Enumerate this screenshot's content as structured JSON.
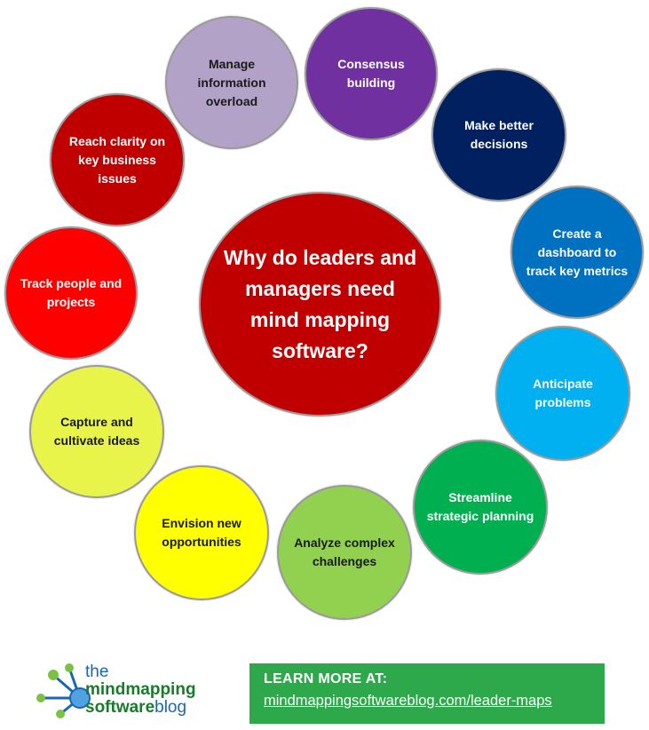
{
  "center": {
    "text": "Why do leaders and managers need mind mapping software?",
    "color": "#c00000"
  },
  "nodes": [
    {
      "id": "consensus",
      "text": "Consensus building",
      "color": "#7030a0",
      "text_color": "#ffffff"
    },
    {
      "id": "decisions",
      "text": "Make better decisions",
      "color": "#002060",
      "text_color": "#ffffff"
    },
    {
      "id": "dashboard",
      "text": "Create a dashboard to track key metrics",
      "color": "#0070c0",
      "text_color": "#ffffff"
    },
    {
      "id": "anticipate",
      "text": "Anticipate problems",
      "color": "#00b0f0",
      "text_color": "#ffffff"
    },
    {
      "id": "streamline",
      "text": "Streamline strategic planning",
      "color": "#00b050",
      "text_color": "#ffffff"
    },
    {
      "id": "analyze",
      "text": "Analyze complex challenges",
      "color": "#92d050",
      "text_color": "#1a1a1a"
    },
    {
      "id": "envision",
      "text": "Envision new opportunities",
      "color": "#ffff00",
      "text_color": "#1a1a1a"
    },
    {
      "id": "capture",
      "text": "Capture and cultivate ideas",
      "color": "#e8f44a",
      "text_color": "#1a1a1a"
    },
    {
      "id": "track",
      "text": "Track people and projects",
      "color": "#ff0000",
      "text_color": "#ffffff"
    },
    {
      "id": "clarity",
      "text": "Reach clarity on key business issues",
      "color": "#c00000",
      "text_color": "#ffffff"
    },
    {
      "id": "overload",
      "text": "Manage information overload",
      "color": "#b3a2c7",
      "text_color": "#1a1a1a"
    }
  ],
  "logo": {
    "line1": "the",
    "line2": "mindmapping",
    "line3a": "software",
    "line3b": "blog",
    "icon": "mind-map-network-icon"
  },
  "cta": {
    "title": "LEARN MORE AT:",
    "link": "mindmappingsoftwareblog.com/leader-maps",
    "color": "#2da84b"
  }
}
